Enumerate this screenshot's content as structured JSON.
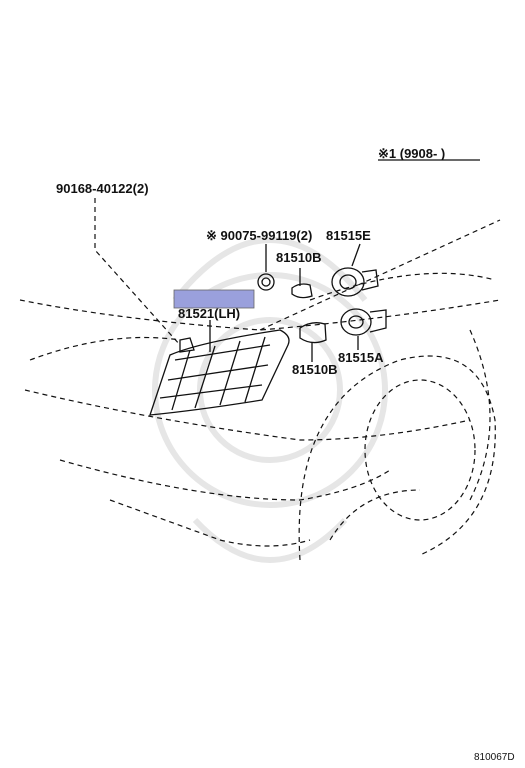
{
  "notes": {
    "range": "※1 (9908-        )",
    "diagram_code": "810067D"
  },
  "parts": {
    "clip_bolt": "90168-40122(2)",
    "screw": "※ 90075-99119(2)",
    "socket_e": "81515E",
    "bulb_b_top": "81510B",
    "lamp_lh": "81521(LH)",
    "bulb_b_bottom": "81510B",
    "socket_a": "81515A"
  },
  "highlight": {
    "color": "#9aa0dc"
  }
}
